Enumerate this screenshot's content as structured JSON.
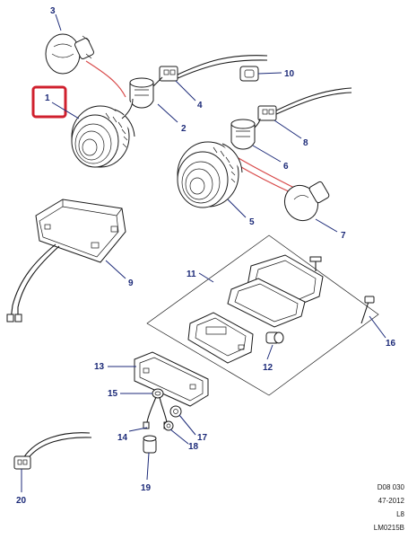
{
  "callouts": {
    "c1": "1",
    "c2": "2",
    "c3": "3",
    "c4": "4",
    "c5": "5",
    "c6": "6",
    "c7": "7",
    "c8": "8",
    "c9": "9",
    "c10": "10",
    "c11": "11",
    "c12": "12",
    "c13": "13",
    "c14": "14",
    "c15": "15",
    "c16": "16",
    "c17": "17",
    "c18": "18",
    "c19": "19",
    "c20": "20"
  },
  "reference": {
    "line1": "D08 030",
    "line2": "47-2012",
    "line3": "L8",
    "line4": "LM0215B"
  },
  "colors": {
    "callout": "#1c2a78",
    "highlight_box": "#d0202e",
    "red_wire": "#d84a4a"
  }
}
